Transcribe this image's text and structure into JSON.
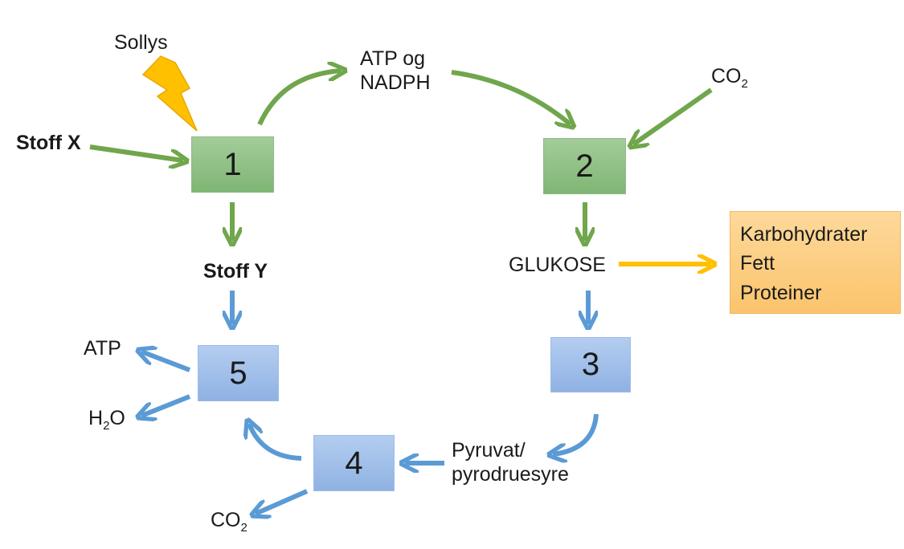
{
  "labels": {
    "sollys": "Sollys",
    "stoff_x": "Stoff X",
    "stoff_y": "Stoff Y",
    "atp_nadph_line1": "ATP og",
    "atp_nadph_line2": "NADPH",
    "co2_top_main": "CO",
    "co2_top_sub": "2",
    "glukose": "GLUKOSE",
    "atp_out": "ATP",
    "h2o_h": "H",
    "h2o_sub": "2",
    "h2o_o": "O",
    "co2_bottom_main": "CO",
    "co2_bottom_sub": "2",
    "pyruvat_line1": "Pyruvat/",
    "pyruvat_line2": "pyrodruesyre"
  },
  "boxes": {
    "b1": "1",
    "b2": "2",
    "b3": "3",
    "b4": "4",
    "b5": "5"
  },
  "products": [
    "Karbohydrater",
    "Fett",
    "Proteiner"
  ],
  "colors": {
    "green_arrow": "#70a64c",
    "blue_arrow": "#5b9bd5",
    "orange_arrow": "#ffc000",
    "lightning": "#ffc000"
  }
}
